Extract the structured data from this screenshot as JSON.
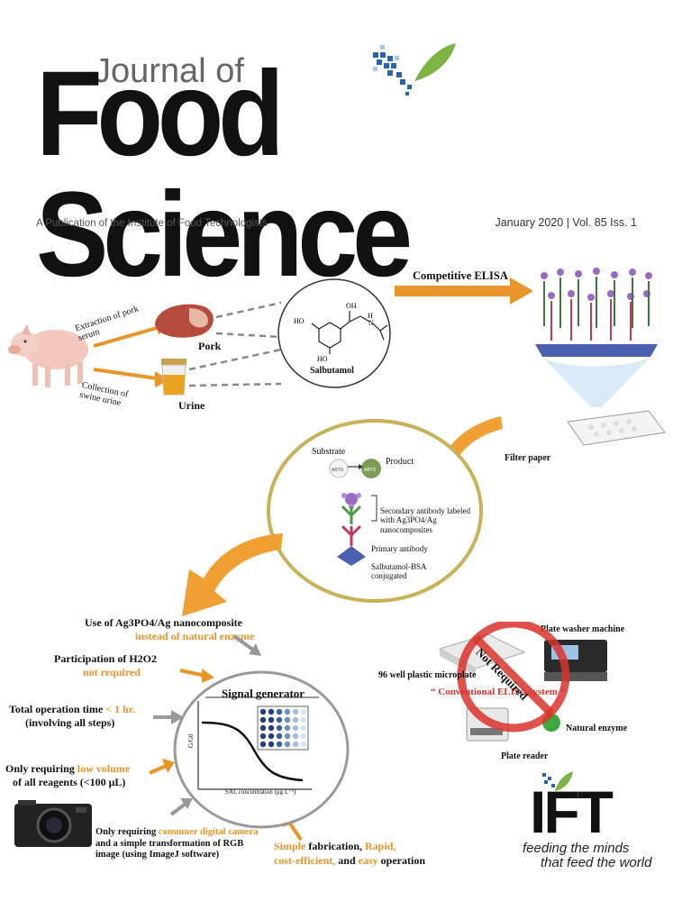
{
  "header": {
    "journal_of": "Journal of",
    "title": "Food Science",
    "publisher_line": "A Publication of the Institute of Food Technologists",
    "issue_line": "January 2020 | Vol. 85 Iss. 1"
  },
  "diagram": {
    "extraction": "Extraction of pork serum",
    "collection": "Collection of swine urine",
    "pork": "Pork",
    "urine": "Urine",
    "salbutamol": "Salbutamol",
    "competitive_elisa": "Competitive ELISA",
    "filter_paper": "Filter paper",
    "substrate": "Substrate",
    "product": "Product",
    "abts": "ABTS",
    "secondary_antibody": "Secondary antibody labeled with Ag3PO4/Ag nanocomposites",
    "primary_antibody": "Primary antibody",
    "sal_bsa": "Salbutamol-BSA conjugated",
    "signal_generator": "Signal generator",
    "x_axis": "SAL concentration (μg L⁻¹)",
    "y_axis": "G/G0"
  },
  "features": {
    "f1_a": "Use of Ag3PO4/Ag nanocomposite",
    "f1_b": "instead of natural enzyme",
    "f2_a": "Participation of H2O2",
    "f2_b": "not required",
    "f3_a": "Total operation time",
    "f3_b": "< 1 hr.",
    "f3_c": "(involving all steps)",
    "f4_a": "Only requiring",
    "f4_b": "low volume",
    "f4_c": "of all reagents (<100 μL)",
    "f5_a": "Only requiring",
    "f5_b": "consumer digital camera",
    "f5_c": "and a simple transformation of RGB",
    "f5_d": "image (using ImageJ software)",
    "f6_a": "Simple",
    "f6_b": "fabrication,",
    "f6_c": "Rapid,",
    "f6_d": "cost-efficient,",
    "f6_e": "and",
    "f6_f": "easy",
    "f6_g": "operation"
  },
  "conventional": {
    "plate_washer": "Plate washer machine",
    "microplate": "96 well plastic microplate",
    "system": "“ Conventional     ELISA system ”",
    "natural_enzyme": "Natural enzyme",
    "plate_reader": "Plate reader",
    "not_required": "Not Required"
  },
  "ift": {
    "logo": "IFT",
    "tagline_1": "feeding the minds",
    "tagline_2": "that feed the world"
  },
  "colors": {
    "orange": "#e8952a",
    "green": "#7cb342",
    "blue": "#2a63b0",
    "red": "#d9342b"
  }
}
